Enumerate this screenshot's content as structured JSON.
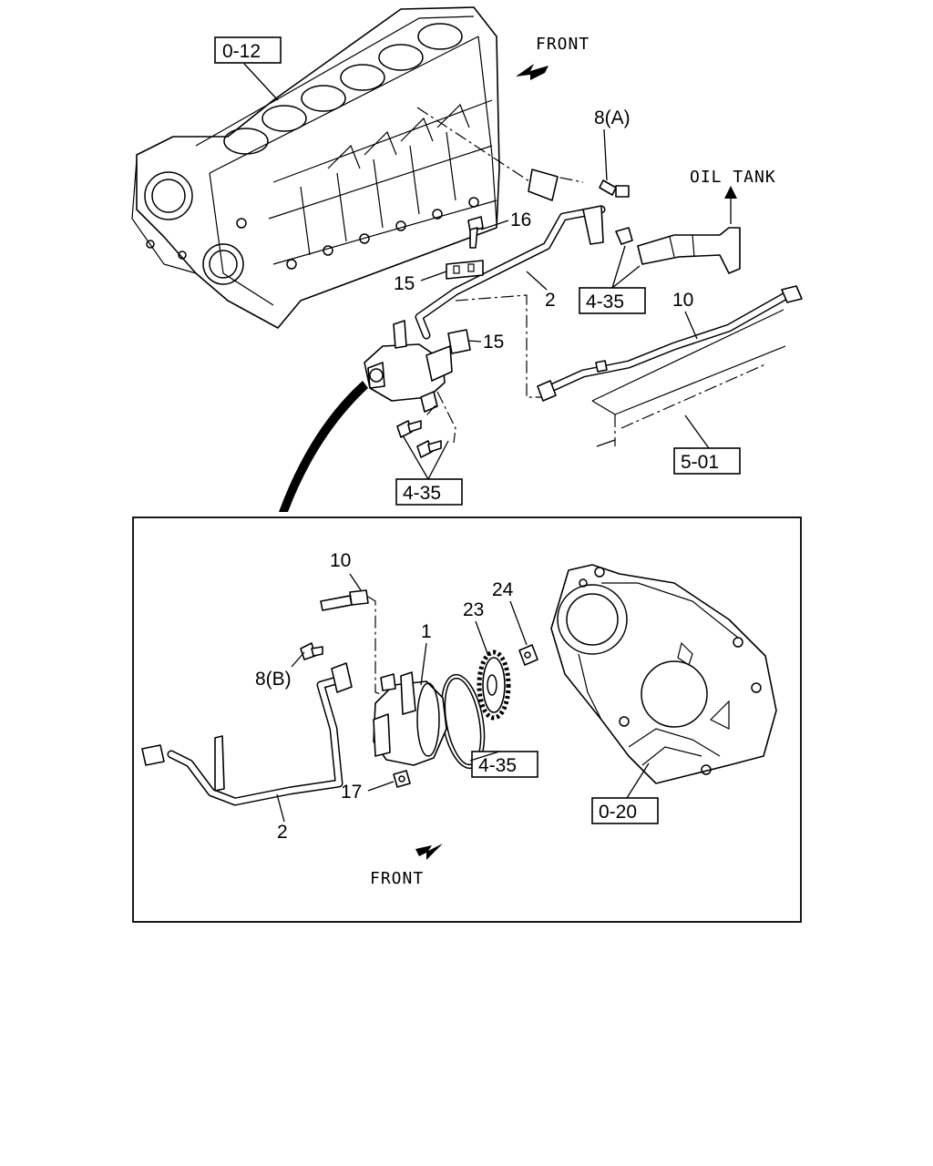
{
  "labels": {
    "front_top": "FRONT",
    "front_bottom": "FRONT",
    "oil_tank": "OIL TANK",
    "ref_0_12": "0-12",
    "ref_4_35_top": "4-35",
    "ref_4_35_mid": "4-35",
    "ref_4_35_inset": "4-35",
    "ref_5_01": "5-01",
    "ref_0_20": "0-20",
    "part_8a": "8(A)",
    "part_8b": "8(B)",
    "part_16": "16",
    "part_15_a": "15",
    "part_15_b": "15",
    "part_2_top": "2",
    "part_2_inset": "2",
    "part_10_top": "10",
    "part_10_inset": "10",
    "part_1": "1",
    "part_23": "23",
    "part_24": "24",
    "part_17": "17"
  }
}
